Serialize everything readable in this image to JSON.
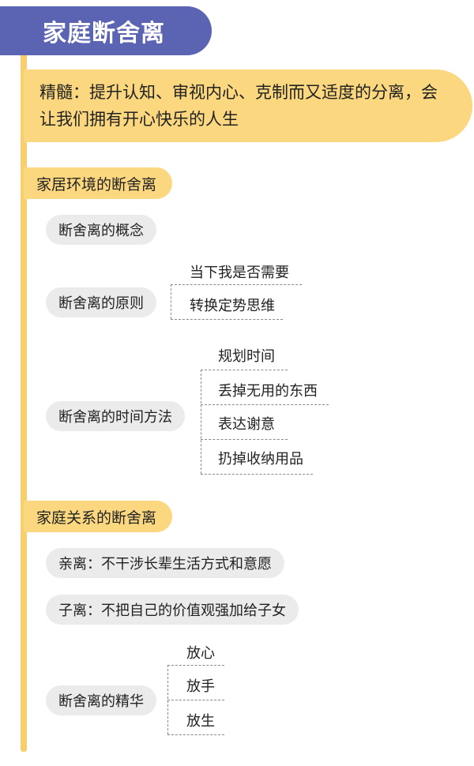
{
  "title": "家庭断舍离",
  "essence": "精髓：提升认知、审视内心、克制而又适度的分离，会让我们拥有开心快乐的人生",
  "sections": [
    {
      "label": "家居环境的断舍离",
      "nodes": [
        {
          "label": "断舍离的概念",
          "children": []
        },
        {
          "label": "断舍离的原则",
          "children": [
            "当下我是否需要",
            "转换定势思维"
          ]
        },
        {
          "label": "断舍离的时间方法",
          "children": [
            "规划时间",
            "丢掉无用的东西",
            "表达谢意",
            "扔掉收纳用品"
          ]
        }
      ]
    },
    {
      "label": "家庭关系的断舍离",
      "nodes": [
        {
          "label": "亲离：不干涉长辈生活方式和意愿",
          "children": []
        },
        {
          "label": "子离：不把自己的价值观强加给子女",
          "children": []
        },
        {
          "label": "断舍离的精华",
          "children": [
            "放心",
            "放手",
            "放生"
          ]
        }
      ]
    }
  ]
}
